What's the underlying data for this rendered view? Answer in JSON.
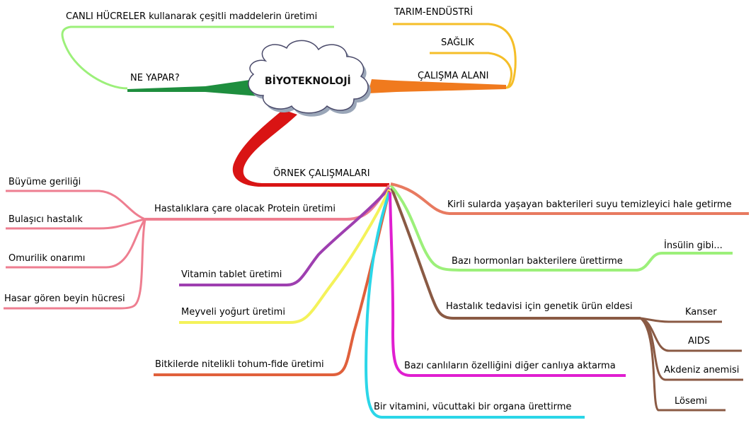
{
  "center": "BİYOTEKNOLOJİ",
  "branches": {
    "ne_yapar": "NE YAPAR?",
    "canli_hucreler": "CANLI HÜCRELER kullanarak çeşitli maddelerin üretimi",
    "calisma_alani": "ÇALIŞMA ALANI",
    "tarim": "TARIM-ENDÜSTRİ",
    "saglik": "SAĞLIK",
    "ornek": "ÖRNEK ÇALIŞMALARI",
    "hastaliklara": "Hastalıklara çare olacak Protein üretimi",
    "buyume": "Büyüme geriliği",
    "bulasici": "Bulaşıcı hastalık",
    "omurilik": "Omurilik onarımı",
    "hasar": "Hasar gören beyin hücresi",
    "vitamin_tablet": "Vitamin tablet üretimi",
    "meyveli": "Meyveli yoğurt üretimi",
    "bitkilerde": "Bitkilerde nitelikli tohum-fide üretimi",
    "bir_vitamini": "Bir vitamini, vücuttaki bir organa ürettirme",
    "bazi_canlilar": "Bazı canlıların özelliğini diğer canlıya aktarma",
    "hastalik_tedavi": "Hastalık tedavisi için genetik ürün eldesi",
    "kanser": "Kanser",
    "aids": "AIDS",
    "akdeniz": "Akdeniz anemisi",
    "losemi": "Lösemi",
    "hormonlar": "Bazı hormonları bakterilere ürettirme",
    "insulin": "İnsülin gibi...",
    "kirli_sular": "Kirli sularda yaşayan bakterileri suyu temizleyici hale getirme"
  },
  "colors": {
    "green_light": "#9CF07A",
    "green_dark": "#1E8E3E",
    "orange": "#F07A1E",
    "yellow_orange": "#F5BE28",
    "red": "#D91414",
    "pink": "#EE7E90",
    "purple": "#9E3FB0",
    "yellow": "#F4F25A",
    "orange_red": "#E0603C",
    "cyan": "#2BD6E8",
    "magenta": "#E01FD0",
    "brown": "#8A5A44",
    "salmon": "#E87A60"
  }
}
